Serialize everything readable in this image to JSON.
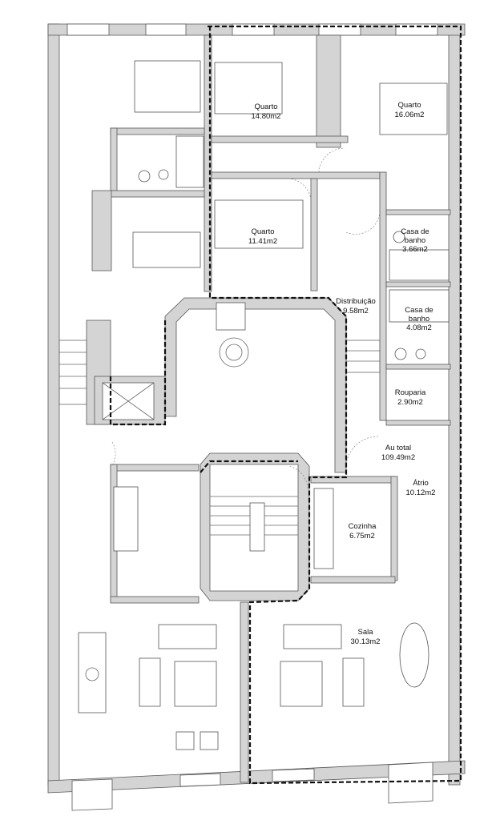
{
  "rooms": [
    {
      "id": "quarto-1",
      "name": "Quarto",
      "area": "14.80m2"
    },
    {
      "id": "quarto-2",
      "name": "Quarto",
      "area": "16.06m2"
    },
    {
      "id": "quarto-3",
      "name": "Quarto",
      "area": "11.41m2"
    },
    {
      "id": "casa-banho-1",
      "name": "Casa de",
      "name2": "banho",
      "area": "3.66m2"
    },
    {
      "id": "distribuicao",
      "name": "Distribuição",
      "area": "9.58m2"
    },
    {
      "id": "casa-banho-2",
      "name": "Casa de",
      "name2": "banho",
      "area": "4.08m2"
    },
    {
      "id": "rouparia",
      "name": "Rouparia",
      "area": "2.90m2"
    },
    {
      "id": "au-total",
      "name": "Au total",
      "area": "109.49m2"
    },
    {
      "id": "atrio",
      "name": "Átrio",
      "area": "10.12m2"
    },
    {
      "id": "cozinha",
      "name": "Cozinha",
      "area": "6.75m2"
    },
    {
      "id": "sala",
      "name": "Sala",
      "area": "30.13m2"
    }
  ],
  "colors": {
    "wall": "#d4d4d4",
    "line": "#555555",
    "boundary": "#111111"
  }
}
